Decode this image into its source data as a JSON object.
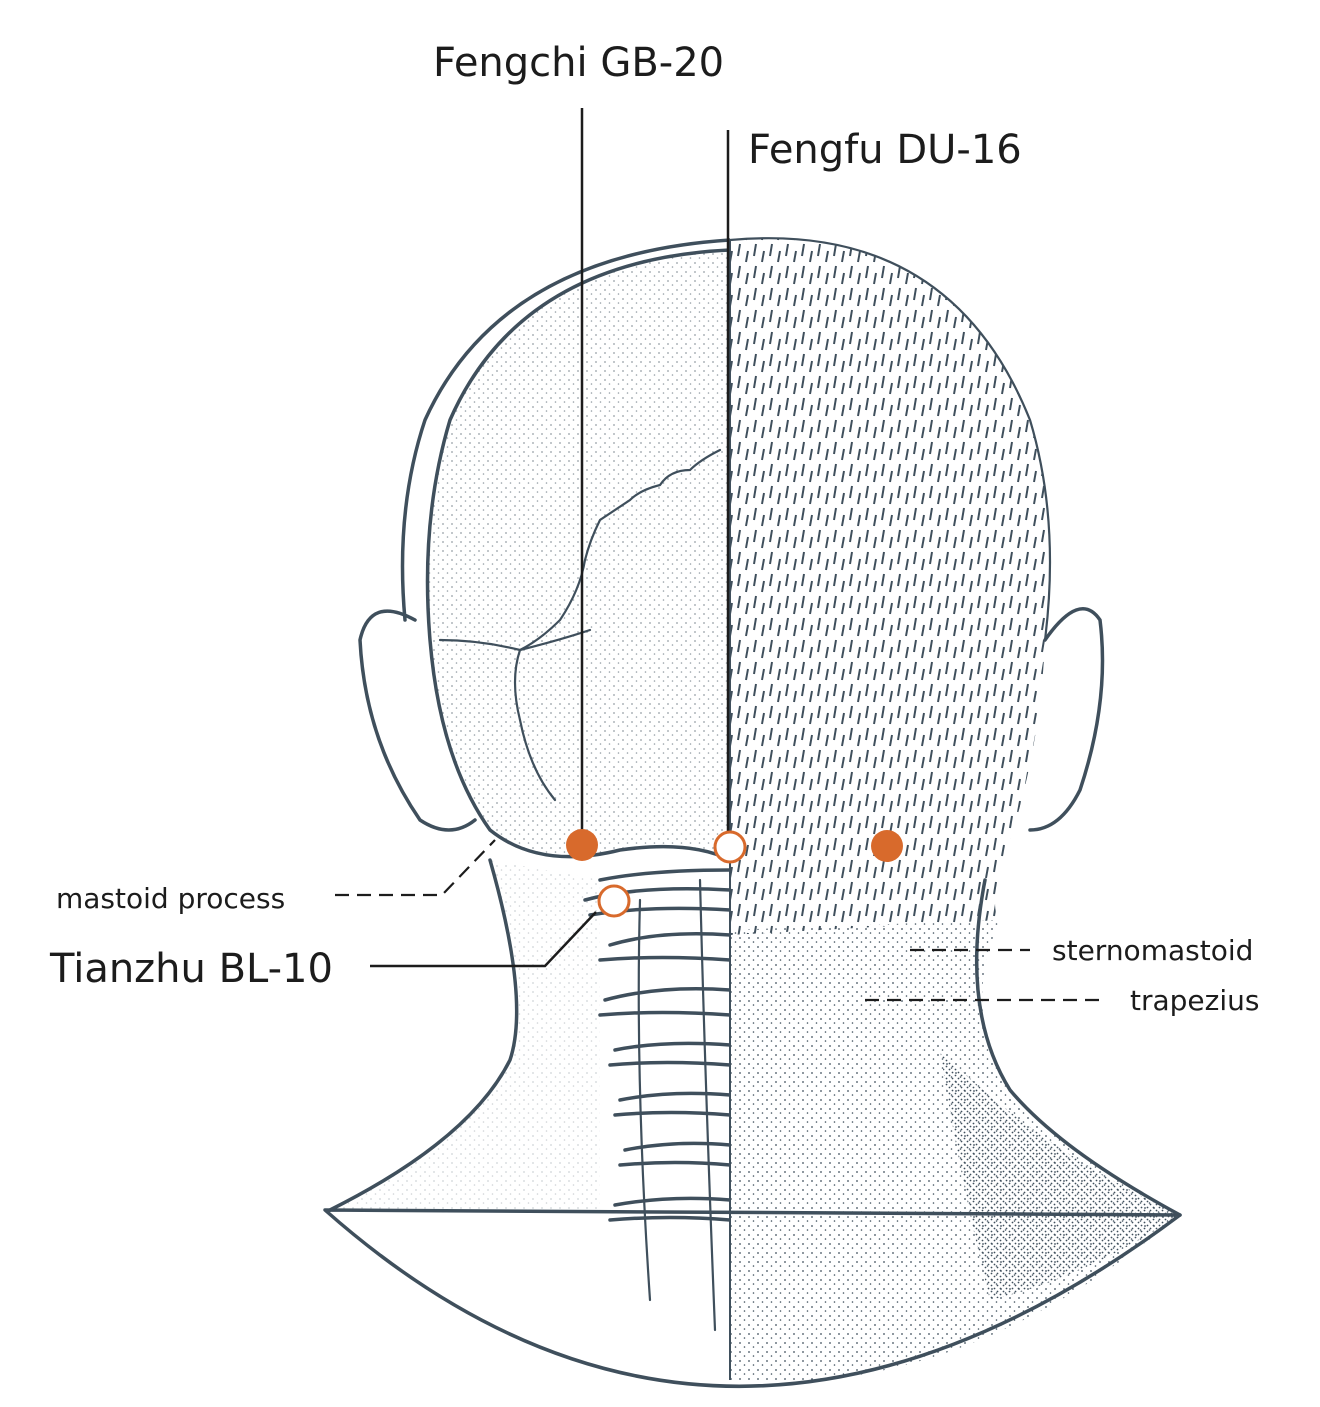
{
  "labels": {
    "fengchi": "Fengchi GB-20",
    "fengfu": "Fengfu DU-16",
    "tianzhu": "Tianzhu BL-10",
    "mastoid": "mastoid process",
    "sternomastoid": "sternomastoid",
    "trapezius": "trapezius"
  },
  "colors": {
    "point": "#d86a2c",
    "outline": "#3f4f5c",
    "text": "#1c1c1c"
  },
  "points": [
    {
      "name": "Fengchi GB-20 (left)",
      "style": "filled"
    },
    {
      "name": "Fengfu DU-16",
      "style": "hollow"
    },
    {
      "name": "Fengchi GB-20 (right)",
      "style": "filled"
    },
    {
      "name": "Tianzhu BL-10",
      "style": "hollow"
    }
  ]
}
